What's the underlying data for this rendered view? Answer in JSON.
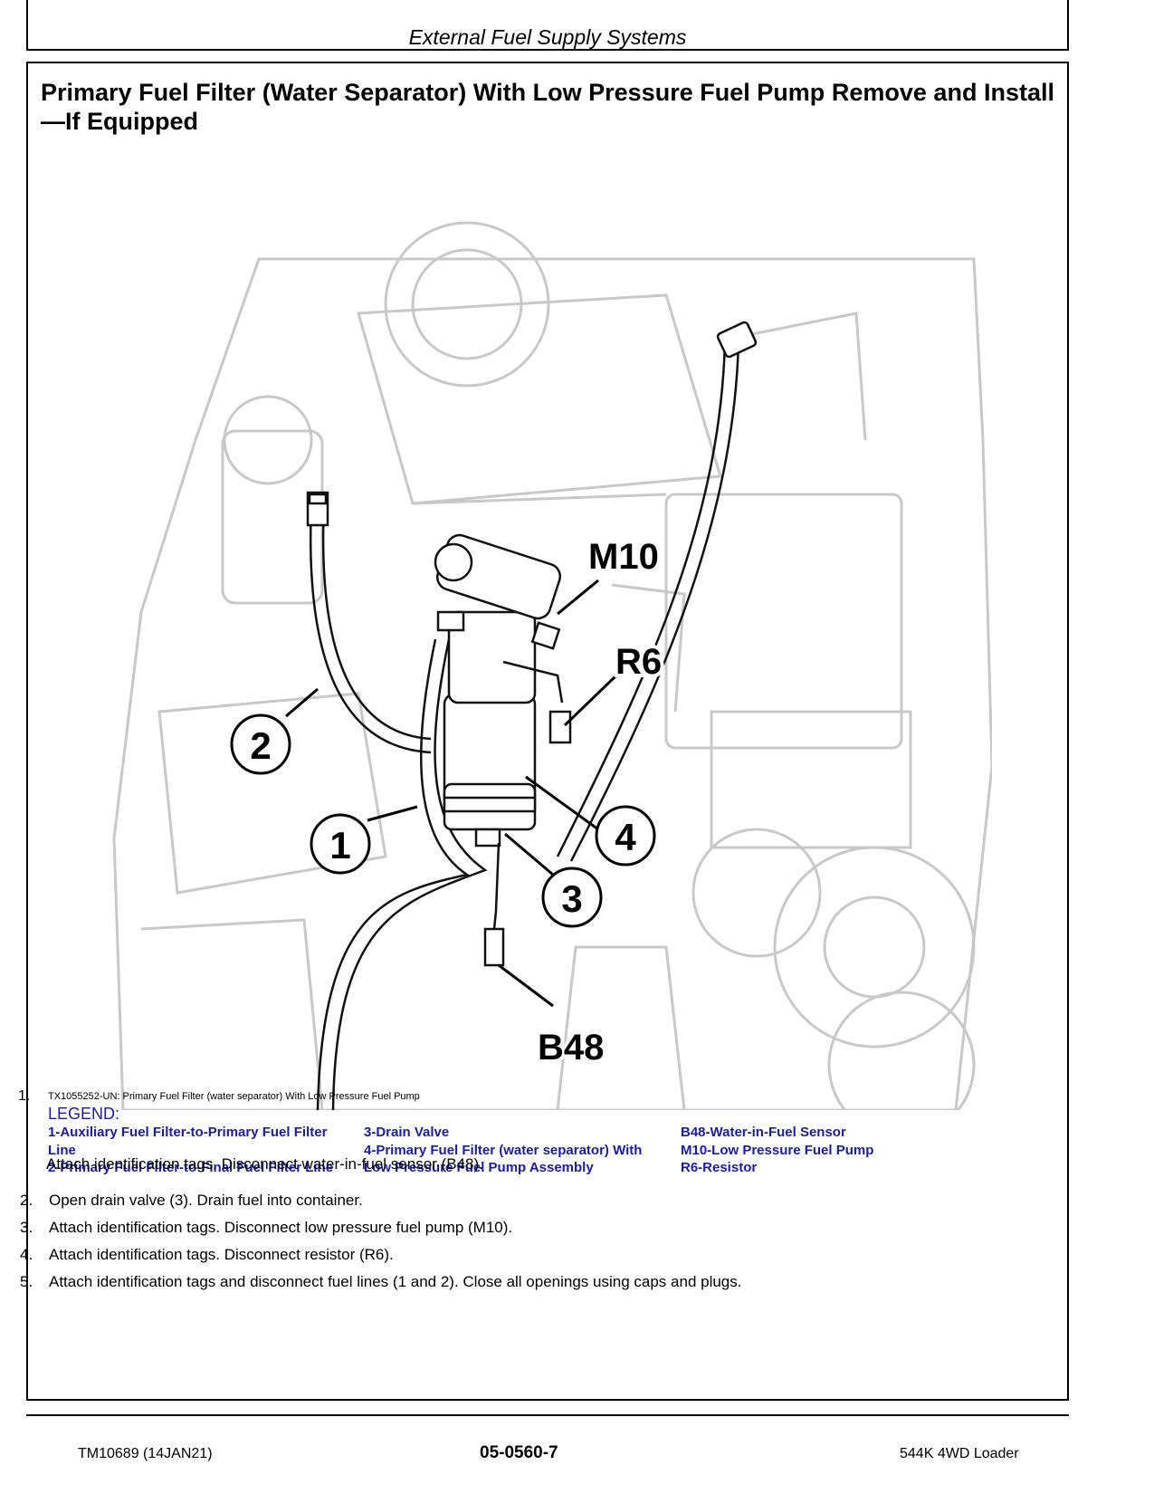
{
  "header": {
    "title": "External Fuel Supply Systems"
  },
  "section": {
    "title": "Primary Fuel Filter (Water Separator) With Low Pressure Fuel Pump Remove and Install—If Equipped"
  },
  "figure": {
    "callouts": {
      "c1": "1",
      "c2": "2",
      "c3": "3",
      "c4": "4",
      "m10": "M10",
      "r6": "R6",
      "b48": "B48"
    }
  },
  "caption": {
    "number": "1.",
    "text": "TX1055252-UN: Primary Fuel Filter (water separator) With Low Pressure Fuel Pump"
  },
  "legend": {
    "heading": "LEGEND:",
    "col1": [
      "1-Auxiliary Fuel Filter-to-Primary Fuel Filter",
      "Line",
      "2-Primary Fuel Filter-to-Final Fuel Filter Line"
    ],
    "col2": [
      "3-Drain Valve",
      "4-Primary Fuel Filter (water separator) With",
      "Low Pressure Fuel Pump Assembly"
    ],
    "col3": [
      "B48-Water-in-Fuel Sensor",
      "M10-Low Pressure Fuel Pump",
      "R6-Resistor"
    ],
    "color": "#1a1ab0"
  },
  "steps": {
    "s1": "Attach identification tags. Disconnect water-in-fuel sensor (B48).",
    "s2_num": "2.",
    "s2": "Open drain valve (3). Drain fuel into container.",
    "s3_num": "3.",
    "s3": "Attach identification tags. Disconnect low pressure fuel pump (M10).",
    "s4_num": "4.",
    "s4": "Attach identification tags. Disconnect resistor (R6).",
    "s5_num": "5.",
    "s5": "Attach identification tags and disconnect fuel lines (1 and 2). Close all openings using caps and plugs."
  },
  "footer": {
    "doc": "TM10689 (14JAN21)",
    "page": "05-0560-7",
    "model": "544K 4WD Loader"
  }
}
